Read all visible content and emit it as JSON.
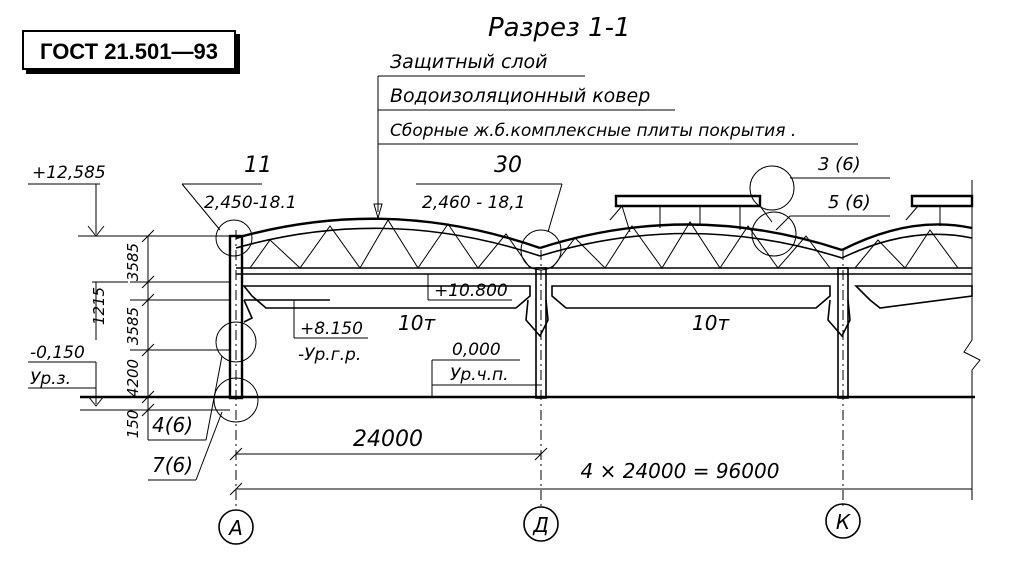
{
  "standard_label": "ГОСТ 21.501—93",
  "section_title": "Разрез 1-1",
  "layer_callouts": [
    "Защитный слой",
    "Водоизоляционный ковер",
    "Сборные ж.б.комплексные плиты покрытия ."
  ],
  "elevations": {
    "top": "+12,585",
    "crane": "+10.800",
    "gallery": "+8.150",
    "gallery_note": "-Ур.г.р.",
    "floor": "0,000",
    "floor_note": "Ур.ч.п.",
    "ground": "-0,150",
    "ground_note": "Ур.з."
  },
  "vertical_dims": [
    "3585",
    "1215",
    "3585",
    "4200",
    "150"
  ],
  "truss_marks": [
    {
      "code": "11",
      "spec": "2,450-18.1"
    },
    {
      "code": "30",
      "spec": "2,460 - 18,1"
    }
  ],
  "crane_capacity": [
    "10т",
    "10т"
  ],
  "node_refs": [
    "3 (6)",
    "5 (6)",
    "4(6)",
    "7(6)"
  ],
  "spans": {
    "single": "24000",
    "total": "4 × 24000 = 96000"
  },
  "axes": [
    "А",
    "Д",
    "К"
  ]
}
